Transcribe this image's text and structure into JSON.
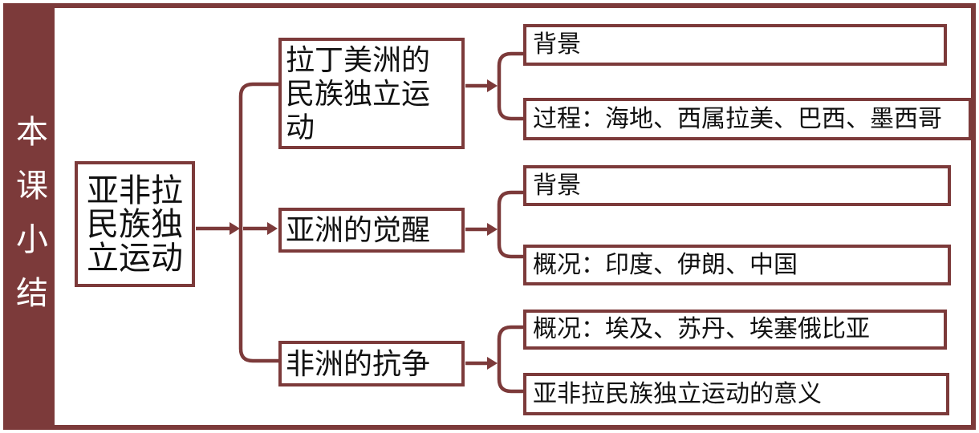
{
  "sidebar": {
    "title": "本课小结"
  },
  "root": {
    "label": "亚非拉民族独立运动",
    "lines": [
      "亚非拉",
      "民族独",
      "立运动"
    ]
  },
  "branches": [
    {
      "label": "拉丁美洲的民族独立运动",
      "lines": [
        "拉丁美洲的",
        "民族独立运",
        "动"
      ],
      "children": [
        {
          "label": "背景"
        },
        {
          "label": "过程：海地、西属拉美、巴西、墨西哥"
        }
      ]
    },
    {
      "label": "亚洲的觉醒",
      "children": [
        {
          "label": "背景"
        },
        {
          "label": "概况：印度、伊朗、中国"
        }
      ]
    },
    {
      "label": "非洲的抗争",
      "children": [
        {
          "label": "概况：埃及、苏丹、埃塞俄比亚"
        },
        {
          "label": "亚非拉民族独立运动的意义"
        }
      ]
    }
  ],
  "colors": {
    "maroon": "#7C3A3A",
    "ink": "#111111",
    "paper": "#FFFFFF"
  }
}
